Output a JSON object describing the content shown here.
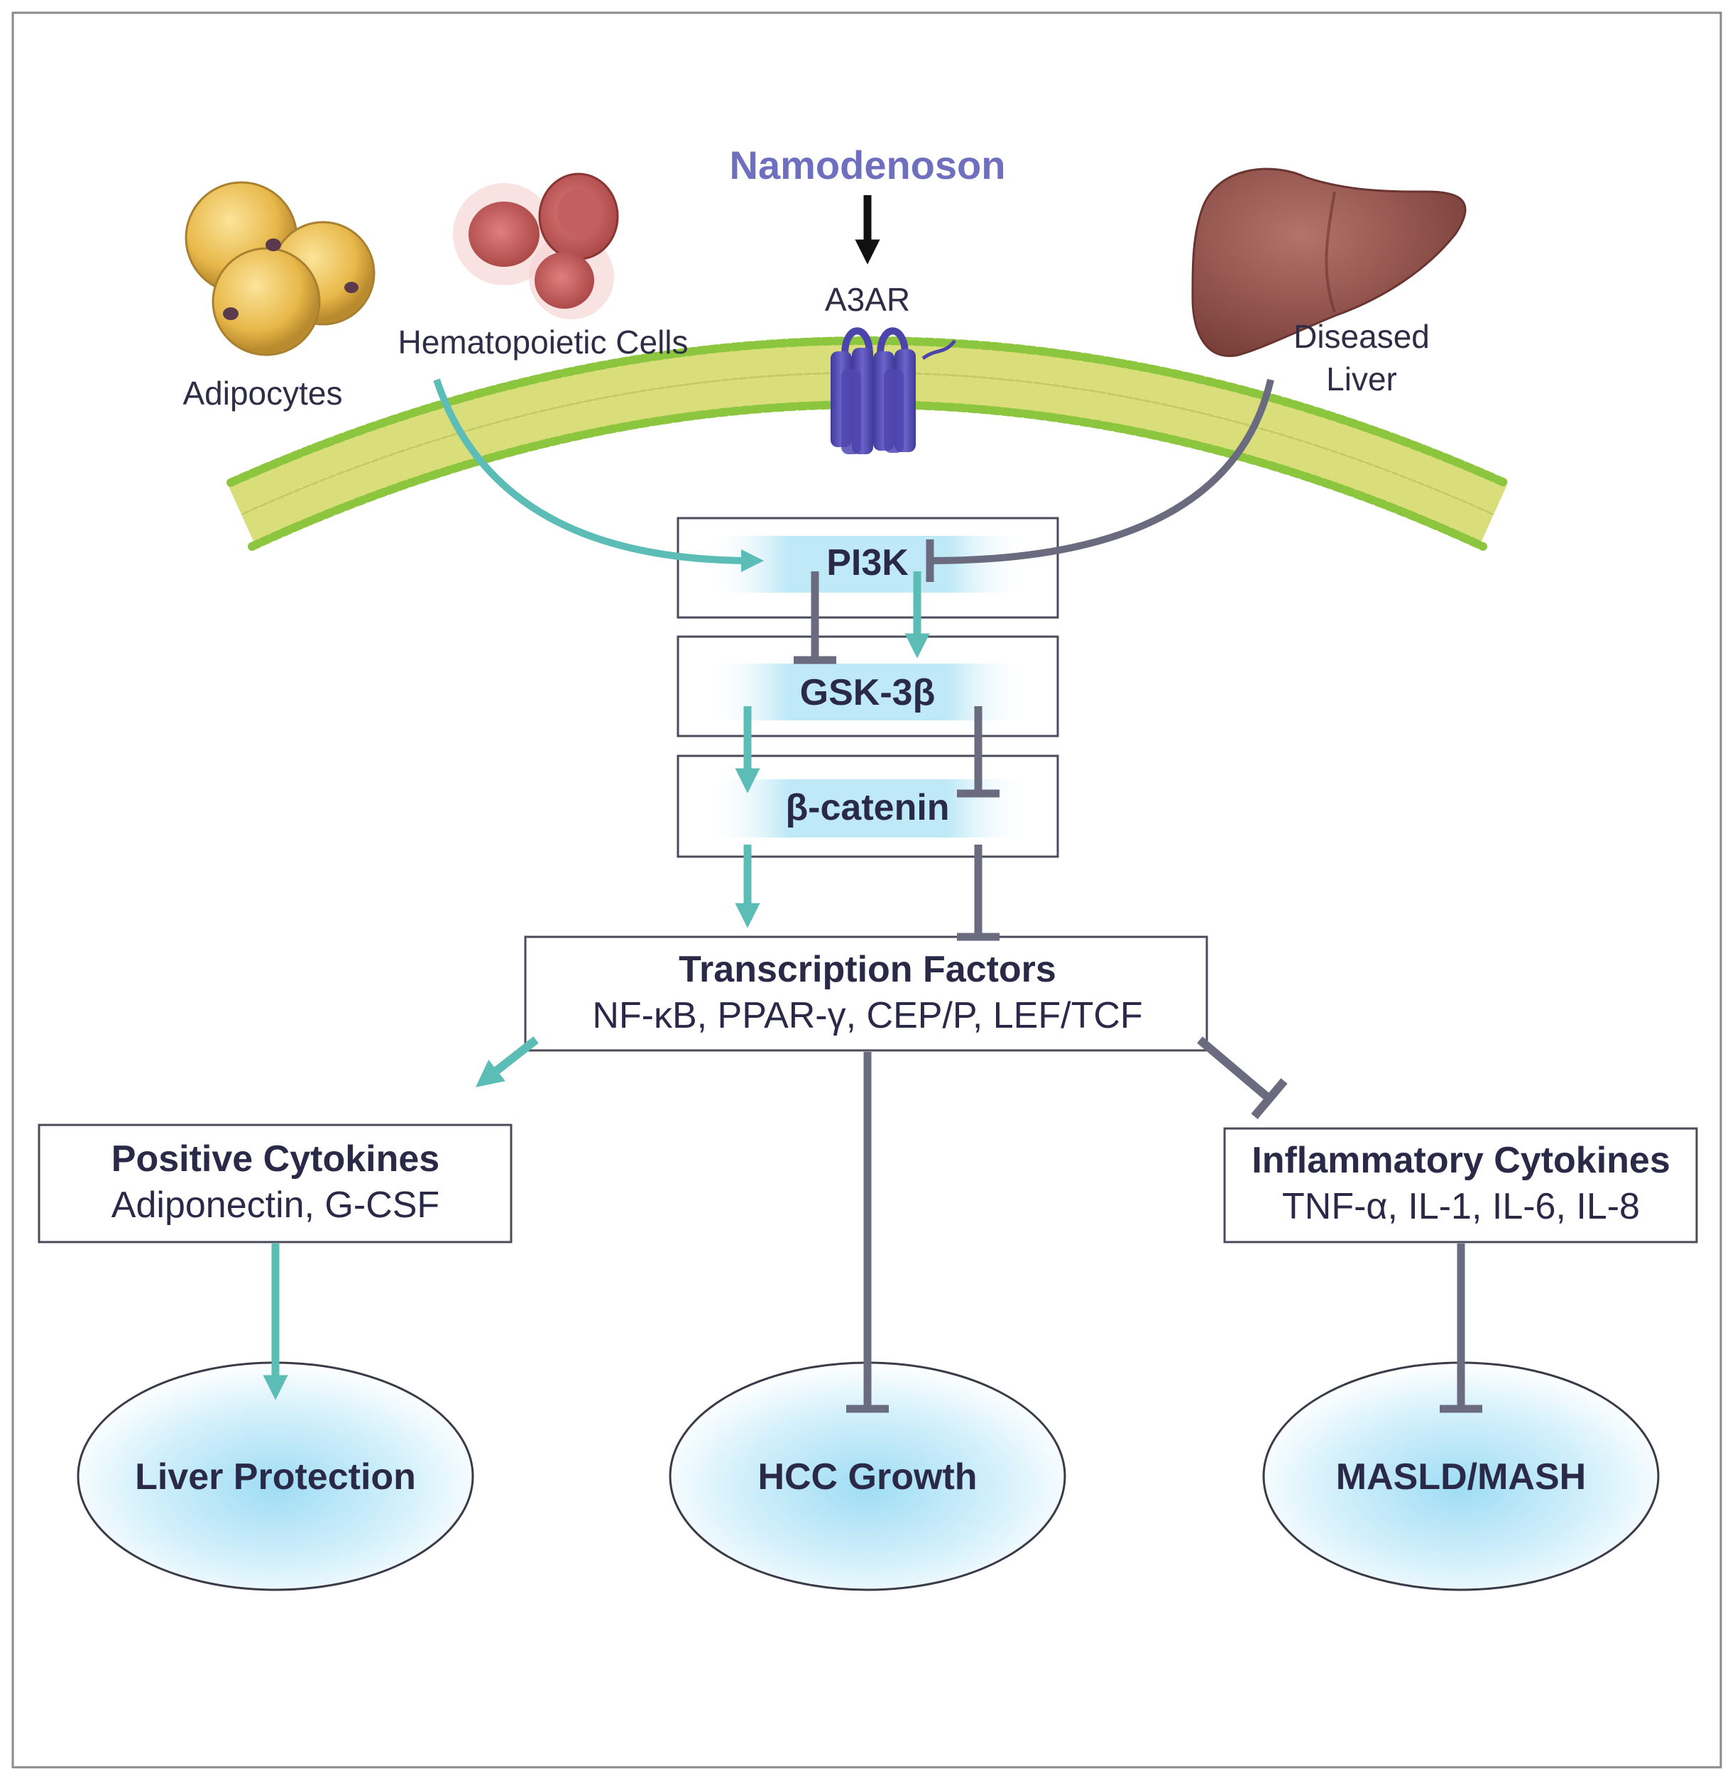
{
  "drug": {
    "name": "Namodenoson",
    "color": "#6f6fbf"
  },
  "receptor": {
    "name": "A3AR",
    "color": "#5a52b5"
  },
  "sources": {
    "adipocytes": "Adipocytes",
    "hematopoietic": "Hematopoietic Cells",
    "liver_line1": "Diseased",
    "liver_line2": "Liver"
  },
  "cascade": {
    "pi3k": "PI3K",
    "gsk3b": "GSK-3β",
    "beta_catenin": "β-catenin"
  },
  "transcription": {
    "title": "Transcription Factors",
    "list": "NF-κB, PPAR-γ, CEP/P, LEF/TCF"
  },
  "positive": {
    "title": "Positive Cytokines",
    "list": "Adiponectin, G-CSF"
  },
  "inflammatory": {
    "title": "Inflammatory Cytokines",
    "list": "TNF-α, IL-1, IL-6, IL-8"
  },
  "outcomes": {
    "protection": "Liver Protection",
    "hcc": "HCC Growth",
    "masld": "MASLD/MASH"
  },
  "colors": {
    "activation": "#5bbdb6",
    "inhibition": "#6b6b80",
    "box_glow": "#bfe9f7",
    "membrane": "#d9de7a",
    "membrane_head": "#8cc63f"
  }
}
